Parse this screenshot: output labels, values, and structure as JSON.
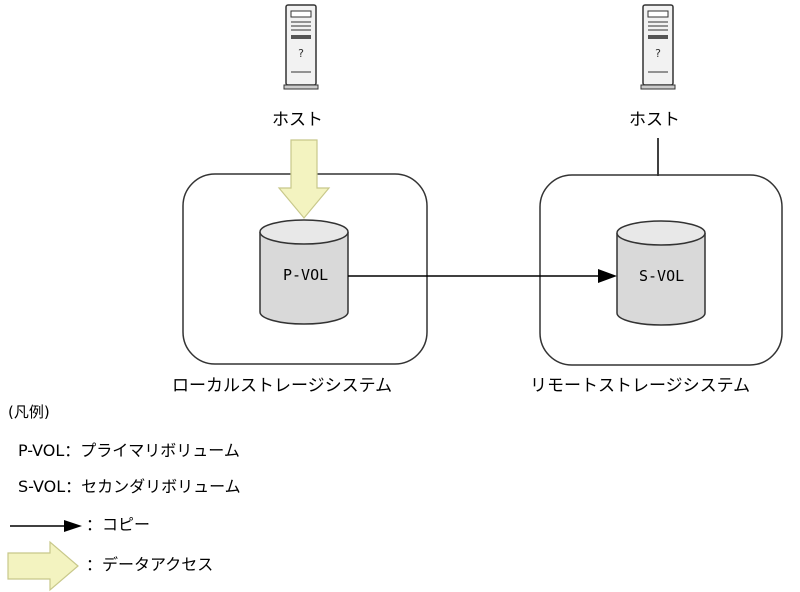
{
  "hosts": {
    "local_label": "ホスト",
    "remote_label": "ホスト"
  },
  "storage": {
    "local_label": "ローカルストレージシステム",
    "remote_label": "リモートストレージシステム"
  },
  "volumes": {
    "primary": "P-VOL",
    "secondary": "S-VOL"
  },
  "legend": {
    "title": "(凡例)",
    "pvol_line": "P-VOL：プライマリボリューム",
    "svol_line": "S-VOL：セカンダリボリューム",
    "copy_desc": "：コピー",
    "access_desc": "：データアクセス"
  },
  "colors": {
    "line": "#000000",
    "box_border": "#333333",
    "cylinder_fill": "#d9d9d9",
    "cylinder_top": "#e8e8e8",
    "access_arrow_fill": "#f3f3c0",
    "access_arrow_stroke": "#c8c88a",
    "server_fill": "#f2f2f2"
  },
  "icons": [
    "server-icon",
    "database-cylinder-icon",
    "copy-arrow-icon",
    "data-access-arrow-icon"
  ]
}
